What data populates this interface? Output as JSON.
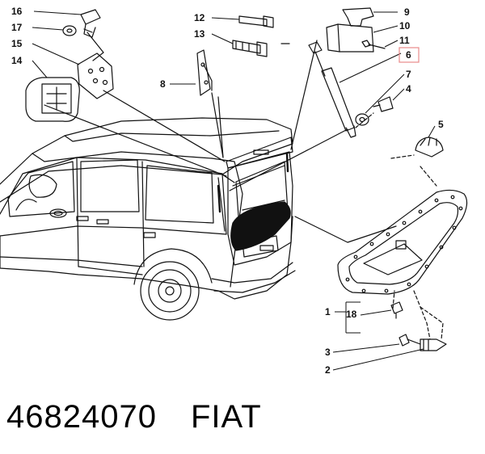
{
  "callouts": [
    "16",
    "17",
    "15",
    "14",
    "12",
    "13",
    "8",
    "9",
    "10",
    "11",
    "6",
    "7",
    "4",
    "5",
    "1",
    "18",
    "3",
    "2"
  ],
  "highlighted_callout": "6",
  "highlight_color": "#e88a8a",
  "caption": {
    "part_number": "46824070",
    "brand": "FIAT"
  }
}
